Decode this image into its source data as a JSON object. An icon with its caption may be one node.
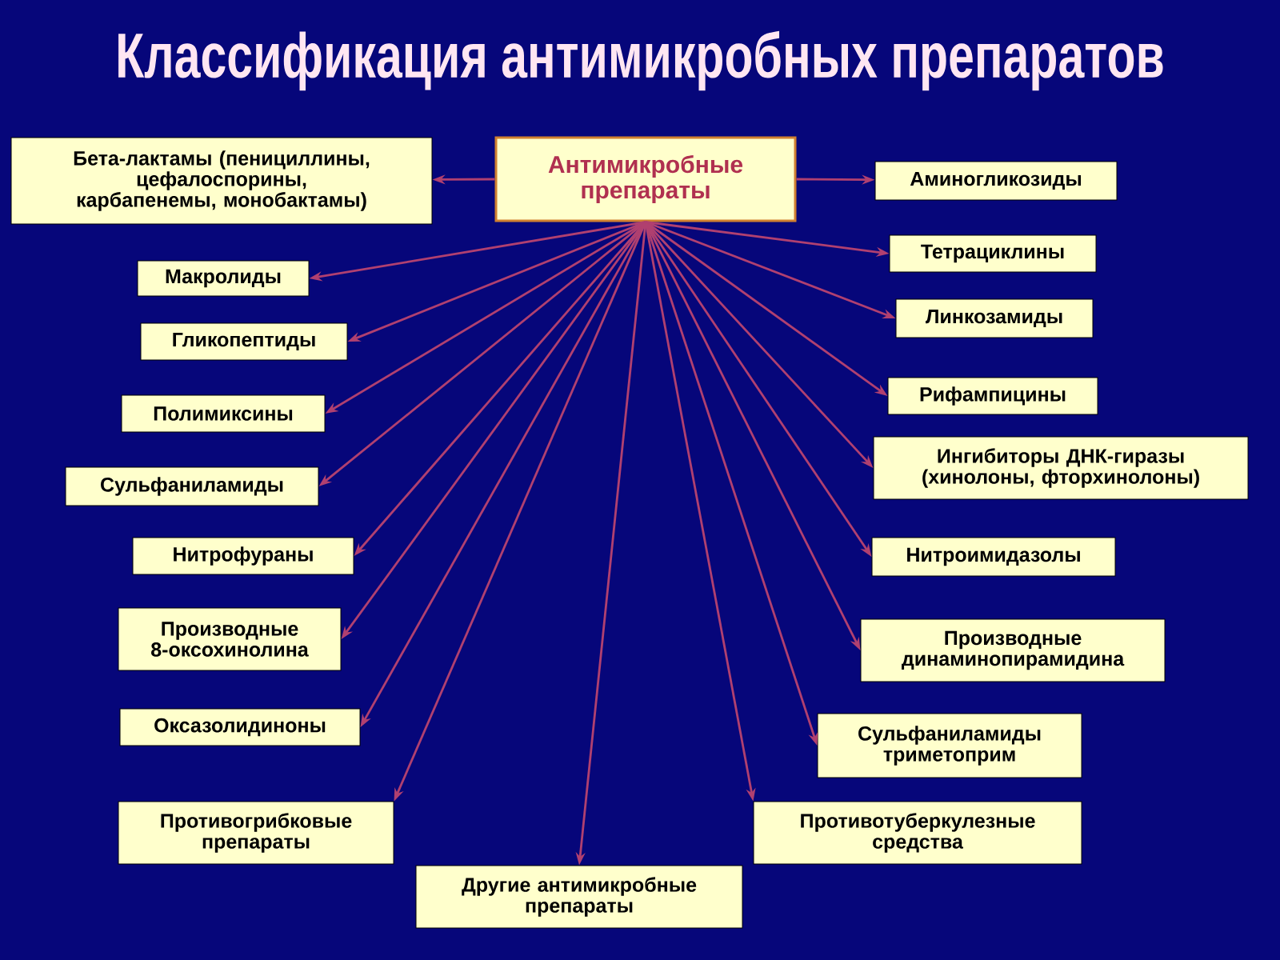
{
  "diagram": {
    "title": "Классификация антимикробных препаратов",
    "nodes": [
      {
        "text": [
          "Антимикробные препараты"
        ]
      },
      {
        "text": [
          "Бета-лактамы (пенициллины, цефалоспорины, карбапенемы, монобактамы)"
        ]
      },
      {
        "text": [
          "Макролиды"
        ]
      },
      {
        "text": [
          "Гликопептиды"
        ]
      },
      {
        "text": [
          "Полимиксины"
        ]
      },
      {
        "text": [
          "Сульфаниламиды"
        ]
      },
      {
        "text": [
          "Нитрофураны"
        ]
      },
      {
        "text": [
          "Производные 8-оксохинолина"
        ]
      },
      {
        "text": [
          "Оксазолидиноны"
        ]
      },
      {
        "text": [
          "Противогрибковые препараты"
        ]
      },
      {
        "text": [
          "Другие антимикробные препараты"
        ]
      },
      {
        "text": [
          "Аминогликозиды"
        ]
      },
      {
        "text": [
          "Тетрациклины"
        ]
      },
      {
        "text": [
          "Линкозамиды"
        ]
      },
      {
        "text": [
          "Рифампицины"
        ]
      },
      {
        "text": [
          "Ингибиторы ДНК-гиразы (хинолоны, фторхинолоны)"
        ]
      },
      {
        "text": [
          "Нитроимидазолы"
        ]
      },
      {
        "text": [
          "Производные динаминопирамидина"
        ]
      },
      {
        "text": [
          "Сульфаниламиды триметоприм"
        ]
      },
      {
        "text": [
          "Противотуберкулезные средства"
        ]
      }
    ],
    "edges": [
      {
        "from": 0,
        "to": 1,
        "arrow": "to"
      },
      {
        "from": 0,
        "to": 2,
        "arrow": "to"
      },
      {
        "from": 0,
        "to": 3,
        "arrow": "to"
      },
      {
        "from": 0,
        "to": 4,
        "arrow": "to"
      },
      {
        "from": 0,
        "to": 5,
        "arrow": "to"
      },
      {
        "from": 0,
        "to": 6,
        "arrow": "to"
      },
      {
        "from": 0,
        "to": 7,
        "arrow": "to"
      },
      {
        "from": 0,
        "to": 8,
        "arrow": "to"
      },
      {
        "from": 0,
        "to": 9,
        "arrow": "to"
      },
      {
        "from": 0,
        "to": 10,
        "arrow": "to"
      },
      {
        "from": 0,
        "to": 11,
        "arrow": "to"
      },
      {
        "from": 0,
        "to": 12,
        "arrow": "to"
      },
      {
        "from": 0,
        "to": 13,
        "arrow": "to"
      },
      {
        "from": 0,
        "to": 14,
        "arrow": "to"
      },
      {
        "from": 0,
        "to": 15,
        "arrow": "to"
      },
      {
        "from": 0,
        "to": 16,
        "arrow": "to"
      },
      {
        "from": 0,
        "to": 17,
        "arrow": "to"
      },
      {
        "from": 0,
        "to": 18,
        "arrow": "to"
      },
      {
        "from": 0,
        "to": 19,
        "arrow": "to"
      }
    ]
  }
}
